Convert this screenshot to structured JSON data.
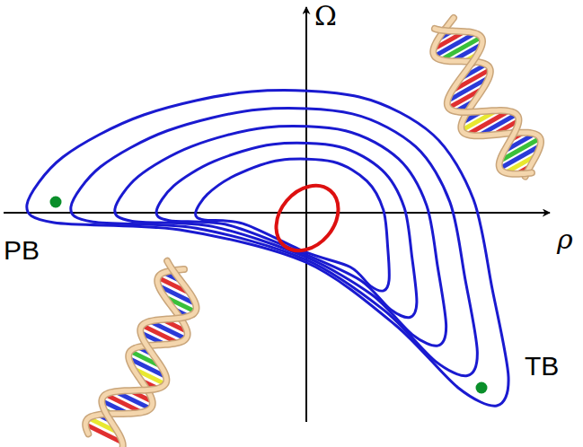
{
  "diagram": {
    "labels": [
      "Ω",
      "ρ",
      "PB",
      "TB"
    ]
  }
}
